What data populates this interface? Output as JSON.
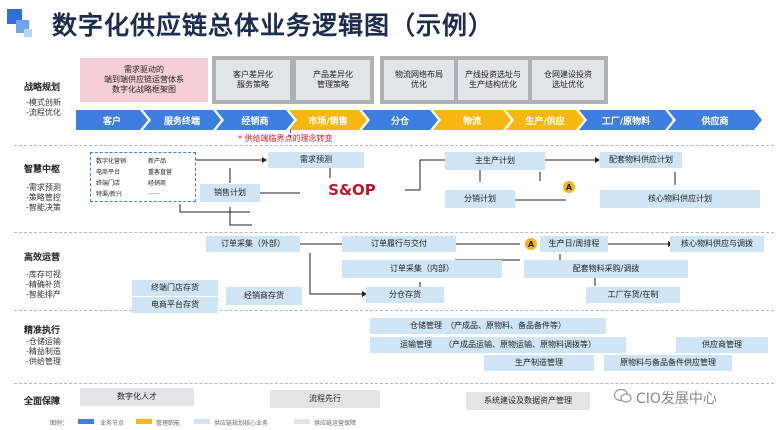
{
  "title": "数字化供应链总体业务逻辑图（示例）",
  "sections": [
    {
      "label": "战略规划",
      "subs": [
        "-模式创新",
        "-流程优化"
      ]
    },
    {
      "label": "智慧中枢",
      "subs": [
        "-需求预测",
        "-策略管控",
        "-智能决策"
      ]
    },
    {
      "label": "高效运营",
      "subs": [
        "-库存可视",
        "-精确补货",
        "-智能排产"
      ]
    },
    {
      "label": "精准执行",
      "subs": [
        "-仓储运输",
        "-精益制造",
        "-供给管理"
      ]
    },
    {
      "label": "全面保障",
      "subs": []
    }
  ],
  "strategy": {
    "pink_box": "需求驱动的\n端到端供应链运营体系\n数字化战略框架图",
    "group1": [
      "客户差异化\n服务策略",
      "产品差异化\n管理策略"
    ],
    "group2": [
      "物流网络布局\n优化",
      "产线投资选址与\n生产结构优化",
      "仓网建设投资\n选址优化"
    ]
  },
  "chevrons": [
    {
      "label": "客户",
      "color": "blue"
    },
    {
      "label": "服务终端",
      "color": "blue"
    },
    {
      "label": "经销商",
      "color": "blue"
    },
    {
      "label": "市场/销售",
      "color": "yellow"
    },
    {
      "label": "分仓",
      "color": "blue"
    },
    {
      "label": "物流",
      "color": "yellow"
    },
    {
      "label": "生产/供应",
      "color": "yellow"
    },
    {
      "label": "工厂/原物料",
      "color": "blue"
    },
    {
      "label": "供应商",
      "color": "blue"
    }
  ],
  "red_note": "* 供给端临界点的理念转变",
  "hub": {
    "channels": [
      "数字化营销",
      "新产品",
      "电商平台",
      "重客直营",
      "终端门店",
      "经销商",
      "特渠/新兴",
      "……"
    ],
    "demand_forecast": "需求预测",
    "sales_plan": "销售计划",
    "sop": "S&OP",
    "master_plan": "主生产计划",
    "dist_plan": "分销计划",
    "parts_plan": "配套物料供应计划",
    "core_plan": "核心物料供应计划",
    "a_marker": "A"
  },
  "ops": {
    "order_purchase_ext": "订单采集（外部）",
    "order_fulfill": "订单履行与交付",
    "order_purchase_int": "订单采集（内部）",
    "production_schedule": "生产日/周排程",
    "core_supply": "核心物料供应与调拨",
    "parts_purchase": "配套物料采购/调拨",
    "terminal_stock": "终端门店存货",
    "ecom_stock": "电商平台存货",
    "dealer_stock": "经销商存货",
    "dc_stock": "分仓存货",
    "factory_stock": "工厂存货/在制",
    "a_marker": "A"
  },
  "exec": {
    "warehouse": "仓储管理　（产成品、原物料、备品备件等）",
    "transport": "运输管理　　（产成品运输、原物运输、原物料调拨等）",
    "manufacturing": "生产制造管理",
    "supplier": "供应商管理",
    "material_mgmt": "原物料与备品备件供应管理"
  },
  "support": {
    "talent": "数字化人才",
    "process": "流程先行",
    "system": "系统建设及数据资产管理"
  },
  "legend": [
    "图例：",
    "业务节点",
    "管理职能",
    "供应链规划核心业务",
    "供应链运营保障"
  ],
  "watermark": "CIO发展中心",
  "colors": {
    "blue": "#3d7ee0",
    "yellow": "#f7b711",
    "light": "#cfe4f4",
    "gray": "#e3e4e7",
    "pink": "#f6cfd6",
    "red": "#e2141b"
  }
}
